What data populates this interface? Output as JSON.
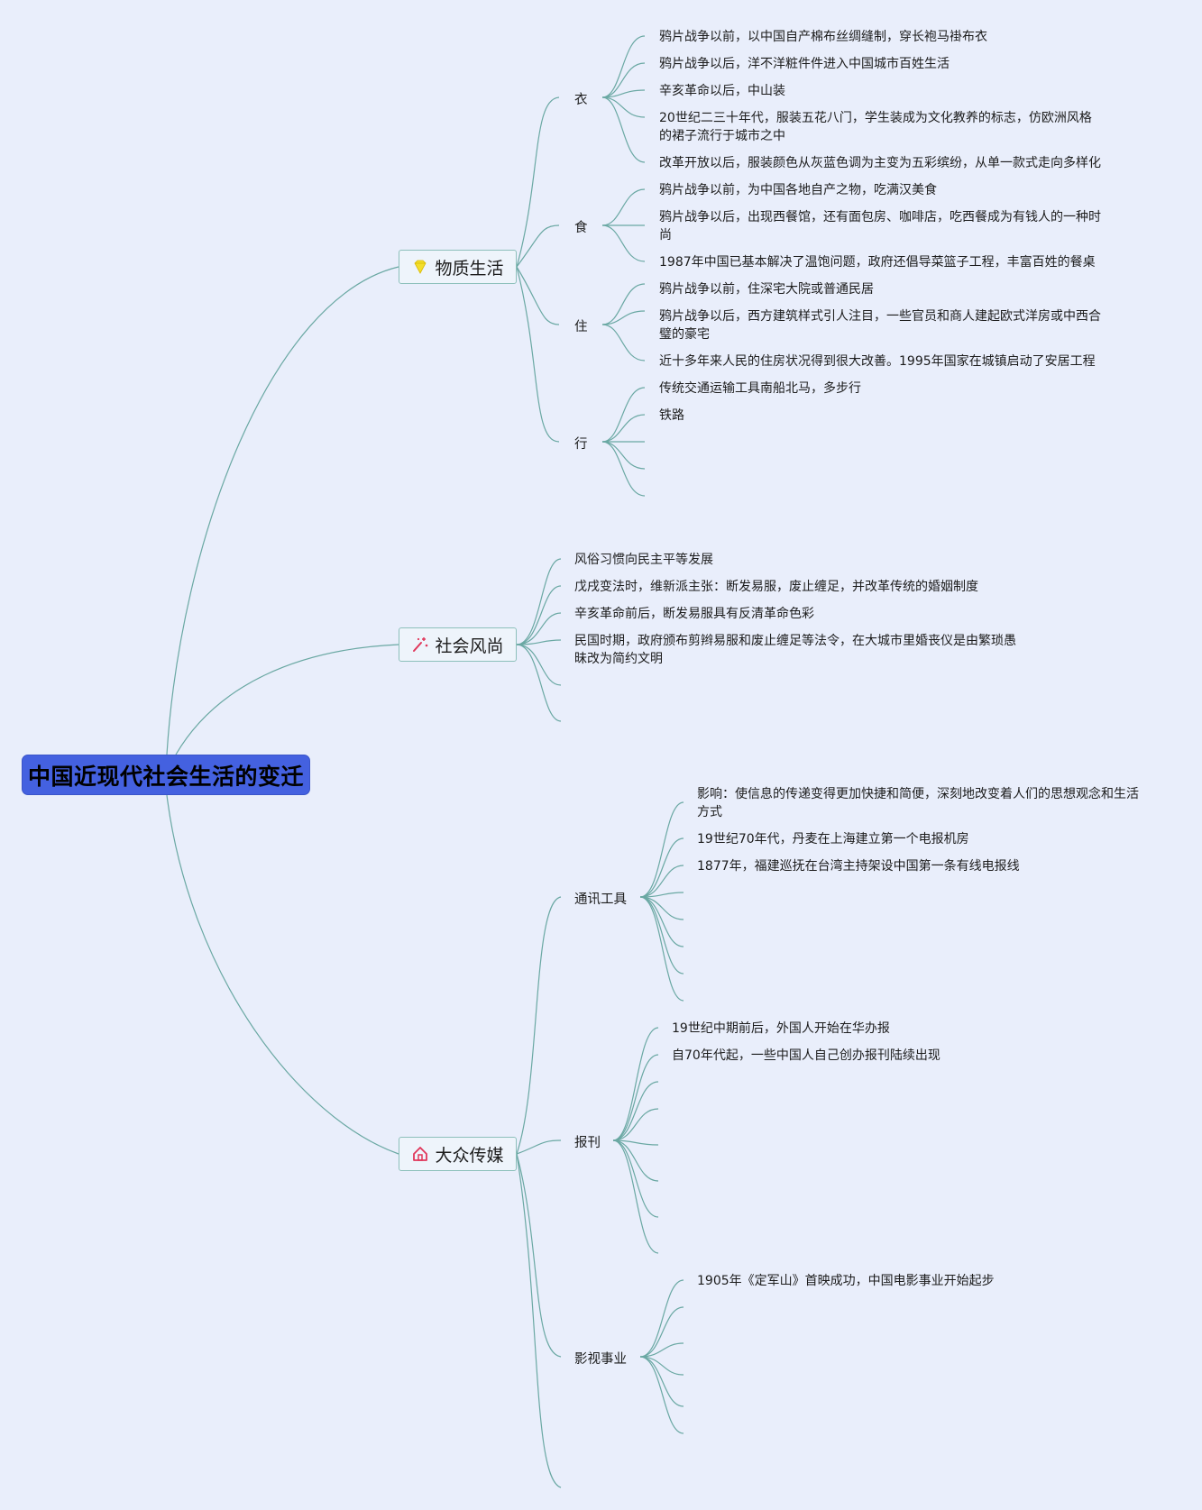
{
  "root": {
    "title": "中国近现代社会生活的变迁"
  },
  "branches": {
    "material": {
      "label": "物质生活",
      "icon": "gem-icon",
      "subs": {
        "clothing": {
          "label": "衣",
          "items": [
            "鸦片战争以前，以中国自产棉布丝绸缝制，穿长袍马褂布衣",
            "鸦片战争以后，洋不洋粧件件进入中国城市百姓生活",
            "辛亥革命以后，中山装",
            "20世纪二三十年代，服装五花八门，学生装成为文化教养的标志，仿欧洲风格的裙子流行于城市之中",
            "改革开放以后，服装颜色从灰蓝色调为主变为五彩缤纷，从单一款式走向多样化"
          ]
        },
        "food": {
          "label": "食",
          "items": [
            "鸦片战争以前，为中国各地自产之物，吃满汉美食",
            "鸦片战争以后，出现西餐馆，还有面包房、咖啡店，吃西餐成为有钱人的一种时尚",
            "1987年中国已基本解决了温饱问题，政府还倡导菜篮子工程，丰富百姓的餐桌"
          ]
        },
        "housing": {
          "label": "住",
          "items": [
            "鸦片战争以前，住深宅大院或普通民居",
            "鸦片战争以后，西方建筑样式引人注目，一些官员和商人建起欧式洋房或中西合璧的豪宅",
            "近十多年来人民的住房状况得到很大改善。1995年国家在城镇启动了安居工程"
          ]
        },
        "transport": {
          "label": "行",
          "items": [
            "传统交通运输工具南船北马，多步行",
            "铁路"
          ]
        }
      }
    },
    "customs": {
      "label": "社会风尚",
      "icon": "magic-wand-icon",
      "items": [
        "风俗习惯向民主平等发展",
        "戊戌变法时，维新派主张：断发易服，废止缠足，并改革传统的婚姻制度",
        "辛亥革命前后，断发易服具有反清革命色彩",
        "民国时期，政府颁布剪辫易服和废止缠足等法令，在大城市里婚丧仪是由繁琐愚昧改为简约文明"
      ]
    },
    "media": {
      "label": "大众传媒",
      "icon": "home-icon",
      "subs": {
        "telecom": {
          "label": "通讯工具",
          "items": [
            "影响：使信息的传递变得更加快捷和简便，深刻地改变着人们的思想观念和生活方式",
            "19世纪70年代，丹麦在上海建立第一个电报机房",
            "1877年，福建巡抚在台湾主持架设中国第一条有线电报线"
          ]
        },
        "press": {
          "label": "报刊",
          "items": [
            "19世纪中期前后，外国人开始在华办报",
            "自70年代起，一些中国人自己创办报刊陆续出现"
          ]
        },
        "film": {
          "label": "影视事业",
          "items": [
            "1905年《定军山》首映成功，中国电影事业开始起步"
          ]
        }
      }
    }
  },
  "colors": {
    "background": "#e9eefb",
    "root_fill": "#4461e0",
    "link": "#6aa8a3",
    "branch_border": "#8dc0bb",
    "gem": "#f3de2c",
    "accent_red": "#e0365a"
  }
}
